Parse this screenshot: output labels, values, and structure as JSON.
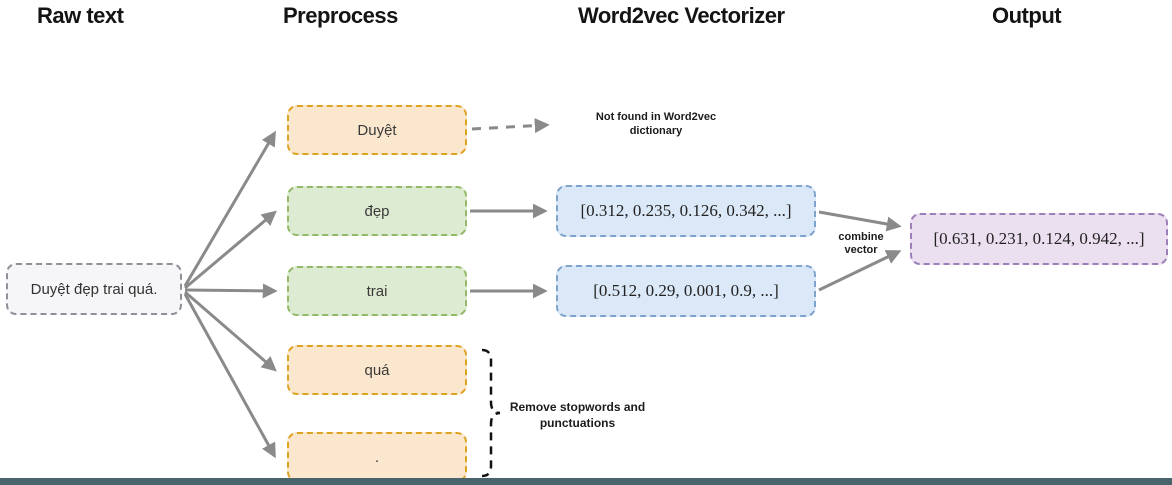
{
  "headers": [
    {
      "label": "Raw text"
    },
    {
      "label": "Preprocess"
    },
    {
      "label": "Word2vec Vectorizer"
    },
    {
      "label": "Output"
    }
  ],
  "raw_text_box": {
    "label": "Duyệt đẹp trai quá."
  },
  "preprocess_boxes": [
    {
      "label": "Duyệt",
      "type": "not-in-dictionary"
    },
    {
      "label": "đẹp",
      "type": "kept-word"
    },
    {
      "label": "trai",
      "type": "kept-word"
    },
    {
      "label": "quá",
      "type": "removed-stopword"
    },
    {
      "label": ".",
      "type": "removed-punctuation"
    }
  ],
  "vector_boxes": [
    {
      "label": "[0.312, 0.235, 0.126, 0.342, ...]"
    },
    {
      "label": "[0.512, 0.29, 0.001, 0.9, ...]"
    }
  ],
  "output_box": {
    "label": "[0.631, 0.231, 0.124, 0.942, ...]"
  },
  "annotations": {
    "not_found": "Not found in Word2vec dictionary",
    "combine": "combine vector",
    "remove": "Remove stopwords and punctuations"
  },
  "colors": {
    "orange_fill": "#fbe7ce",
    "orange_border": "#dda321",
    "green_fill": "#ddebd3",
    "green_border": "#93b968",
    "blue_fill": "#dbe8f8",
    "blue_border": "#7fa3cc",
    "purple_fill": "#eae0f0",
    "purple_border": "#9c7fb8",
    "raw_fill": "#f6f6f8",
    "raw_border": "#8f8f97",
    "arrow": "#8a8a8a",
    "bottom_bar": "#49646a"
  }
}
